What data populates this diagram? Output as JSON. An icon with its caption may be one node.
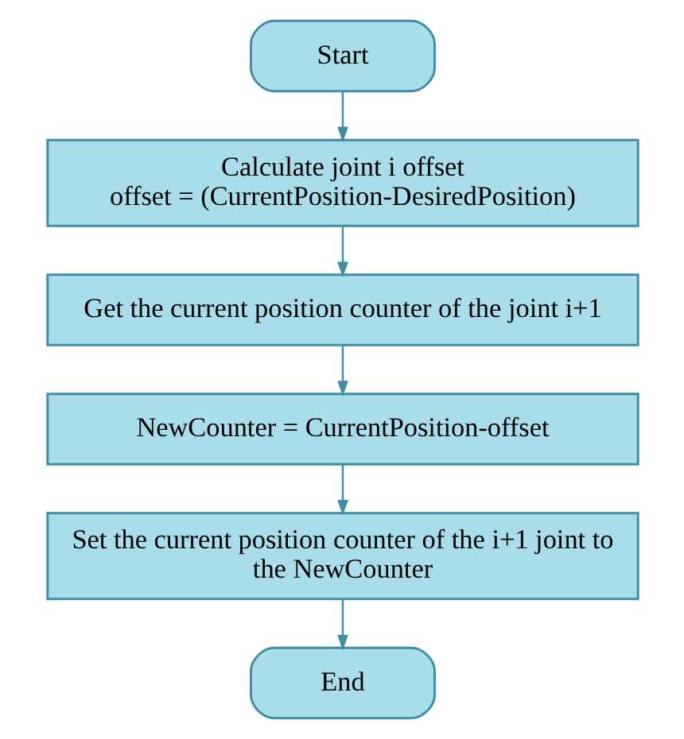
{
  "diagram": {
    "nodes": [
      {
        "text": [
          "Start"
        ]
      },
      {
        "text": [
          "Calculate joint i offset",
          "offset = (CurrentPosition-DesiredPosition)"
        ]
      },
      {
        "text": [
          "Get the current position counter of the joint i+1"
        ]
      },
      {
        "text": [
          "NewCounter = CurrentPosition-offset"
        ]
      },
      {
        "text": [
          "Set the current position counter of the i+1 joint to the NewCounter"
        ]
      },
      {
        "text": [
          "End"
        ]
      }
    ],
    "edges": [
      {
        "from": 0,
        "to": 1,
        "arrow": "to"
      },
      {
        "from": 1,
        "to": 2,
        "arrow": "to"
      },
      {
        "from": 2,
        "to": 3,
        "arrow": "to"
      },
      {
        "from": 3,
        "to": 4,
        "arrow": "to"
      },
      {
        "from": 4,
        "to": 5,
        "arrow": "to"
      }
    ]
  }
}
